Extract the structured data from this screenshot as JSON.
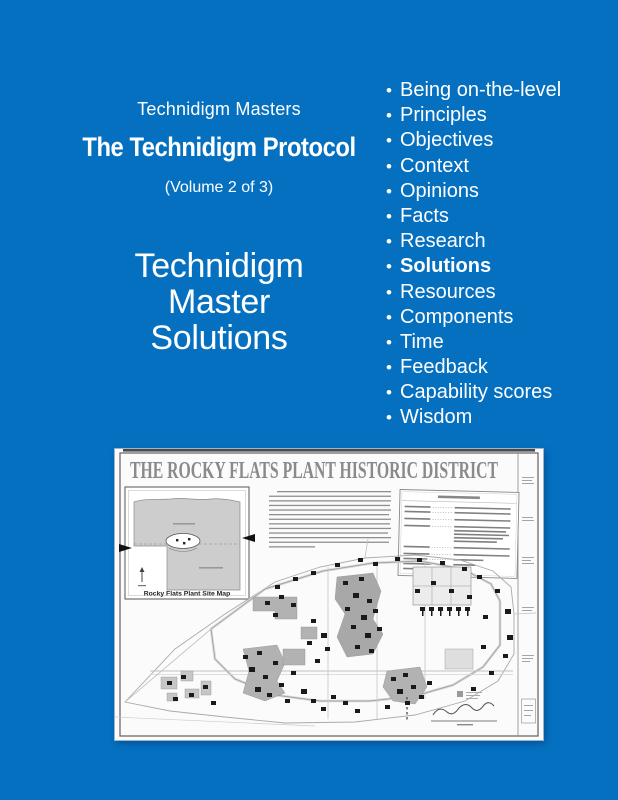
{
  "colors": {
    "background": "#0570c0",
    "text": "#ffffff",
    "map_title_gray": "#8a8a8a"
  },
  "header": {
    "series": "Technidigm Masters",
    "title": "The Technidigm Protocol",
    "volume": "(Volume 2 of 3)"
  },
  "hero": {
    "lines": [
      "Technidigm",
      "Master",
      "Solutions"
    ]
  },
  "bullets": {
    "items": [
      {
        "label": "Being on-the-level",
        "bold": false
      },
      {
        "label": "Principles",
        "bold": false
      },
      {
        "label": "Objectives",
        "bold": false
      },
      {
        "label": "Context",
        "bold": false
      },
      {
        "label": "Opinions",
        "bold": false
      },
      {
        "label": "Facts",
        "bold": false
      },
      {
        "label": "Research",
        "bold": false
      },
      {
        "label": "Solutions",
        "bold": true
      },
      {
        "label": "Resources",
        "bold": false
      },
      {
        "label": "Components",
        "bold": false
      },
      {
        "label": "Time",
        "bold": false
      },
      {
        "label": "Feedback",
        "bold": false
      },
      {
        "label": "Capability scores",
        "bold": false
      },
      {
        "label": "Wisdom",
        "bold": false
      }
    ]
  },
  "map": {
    "title": "THE ROCKY FLATS PLANT HISTORIC DISTRICT",
    "inset_caption": "Rocky Flats Plant Site Map"
  }
}
